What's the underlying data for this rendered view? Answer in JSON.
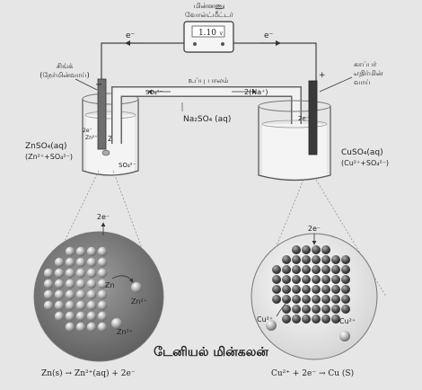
{
  "voltmeter": {
    "title_line1": "மின்னணு",
    "title_line2": "வோல்ட்மீட்டர்",
    "reading": "1.10",
    "unit": "V"
  },
  "electron_flow": {
    "left": "e⁻",
    "right": "e⁻"
  },
  "anode": {
    "label_line1": "சிங்க்",
    "label_line2": "(நேர்மின்வாய்)",
    "sign": "−",
    "electrode": "Zn",
    "ion": "Zn²⁺",
    "electrons": "2e⁻",
    "sulfate": "SO₄²⁻",
    "solution_line1": "ZnSO₄(aq)",
    "solution_line2": "(Zn²⁺+SO₄²⁻)"
  },
  "salt_bridge": {
    "label": "உப்பு பாலம்",
    "anion": "SO₄²⁻",
    "cation": "2(Na⁺)",
    "electrolyte": "Na₂SO₄ (aq)"
  },
  "cathode": {
    "label_line1": "காப்பர்",
    "label_line2": "எதிர்மின்",
    "label_line3": "வாய்",
    "sign": "+",
    "electrons": "2e⁻",
    "solution_line1": "CuSO₄(aq)",
    "solution_line2": "(Cu²⁺+SO₄²⁻)"
  },
  "zoom_left": {
    "electrons": "2e⁻",
    "atom": "Zn",
    "ion_a": "Zn²⁺",
    "ion_b": "Zn²⁺",
    "equation": "Zn(s) → Zn²⁺(aq) + 2e⁻"
  },
  "zoom_right": {
    "electrons": "2e⁻",
    "ion_a": "Cu²⁺",
    "ion_b": "Cu²⁺",
    "equation": "Cu²⁺ + 2e⁻ → Cu (S)"
  },
  "caption": "டேனியல் மின்கலன்"
}
